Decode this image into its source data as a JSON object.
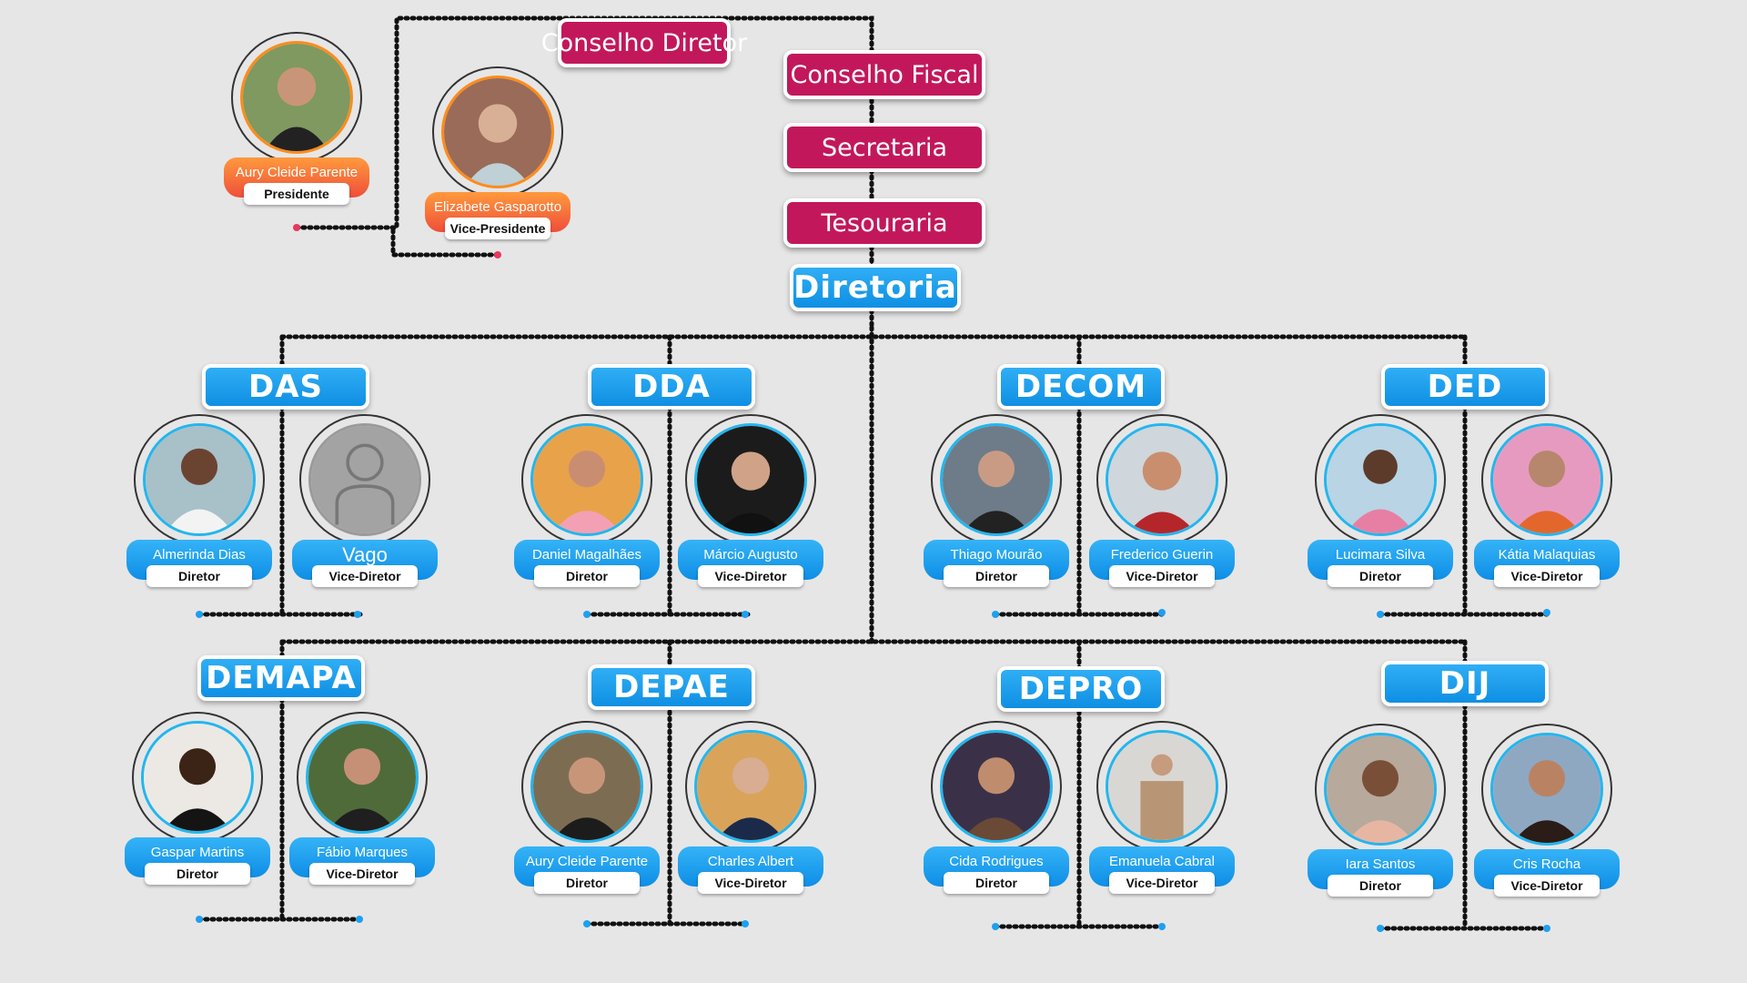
{
  "colors": {
    "magenta": "#c2185b",
    "blue": "#1ea0ee",
    "orange": "#ff8c1a",
    "background": "#e6e6e6"
  },
  "council": {
    "conselho_diretor": "Conselho Diretor",
    "conselho_fiscal": "Conselho Fiscal",
    "secretaria": "Secretaria",
    "tesouraria": "Tesouraria",
    "diretoria": "Diretoria"
  },
  "leaders": [
    {
      "name": "Aury Cleide Parente",
      "role": "Presidente"
    },
    {
      "name": "Elizabete Gasparotto",
      "role": "Vice-Presidente"
    }
  ],
  "departments": [
    {
      "code": "DAS",
      "director": {
        "name": "Almerinda Dias",
        "role": "Diretor"
      },
      "vice": {
        "name": "Vago",
        "role": "Vice-Diretor"
      }
    },
    {
      "code": "DDA",
      "director": {
        "name": "Daniel Magalhães",
        "role": "Diretor"
      },
      "vice": {
        "name": "Márcio Augusto",
        "role": "Vice-Diretor"
      }
    },
    {
      "code": "DECOM",
      "director": {
        "name": "Thiago Mourão",
        "role": "Diretor"
      },
      "vice": {
        "name": "Frederico Guerin",
        "role": "Vice-Diretor"
      }
    },
    {
      "code": "DED",
      "director": {
        "name": "Lucimara Silva",
        "role": "Diretor"
      },
      "vice": {
        "name": "Kátia Malaquias",
        "role": "Vice-Diretor"
      }
    },
    {
      "code": "DEMAPA",
      "director": {
        "name": "Gaspar Martins",
        "role": "Diretor"
      },
      "vice": {
        "name": "Fábio Marques",
        "role": "Vice-Diretor"
      }
    },
    {
      "code": "DEPAE",
      "director": {
        "name": "Aury Cleide Parente",
        "role": "Diretor"
      },
      "vice": {
        "name": "Charles Albert",
        "role": "Vice-Diretor"
      }
    },
    {
      "code": "DEPRO",
      "director": {
        "name": "Cida Rodrigues",
        "role": "Diretor"
      },
      "vice": {
        "name": "Emanuela Cabral",
        "role": "Vice-Diretor"
      }
    },
    {
      "code": "DIJ",
      "director": {
        "name": "Iara Santos",
        "role": "Diretor"
      },
      "vice": {
        "name": "Cris Rocha",
        "role": "Vice-Diretor"
      }
    }
  ]
}
